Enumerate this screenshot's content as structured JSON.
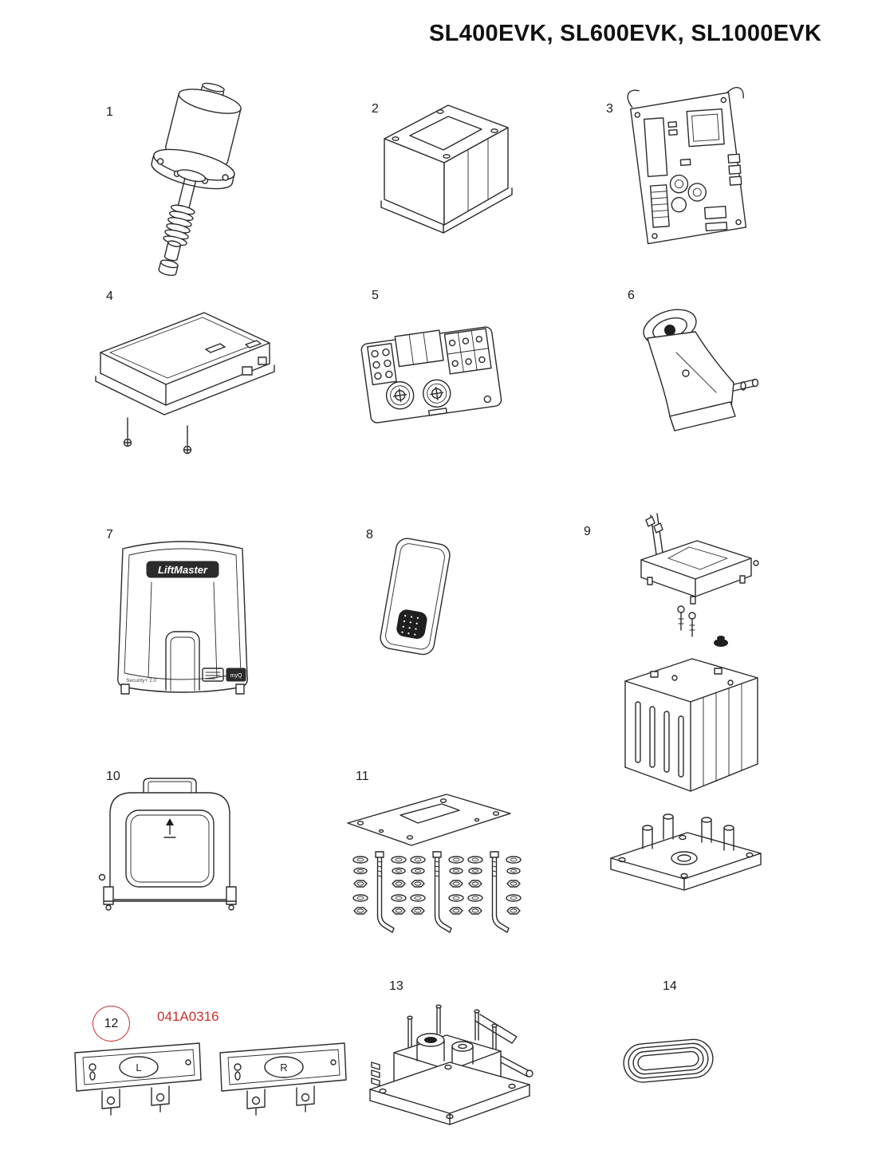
{
  "title": "SL400EVK, SL600EVK, SL1000EVK",
  "parts": [
    {
      "num": "1"
    },
    {
      "num": "2"
    },
    {
      "num": "3"
    },
    {
      "num": "4"
    },
    {
      "num": "5"
    },
    {
      "num": "6"
    },
    {
      "num": "7",
      "logo": "LiftMaster",
      "security_label": "Security+ 2.0",
      "myq_label": "myQ"
    },
    {
      "num": "8"
    },
    {
      "num": "9"
    },
    {
      "num": "10"
    },
    {
      "num": "11"
    },
    {
      "num": "12",
      "part_number": "041A0316",
      "left_letter": "L",
      "right_letter": "R"
    },
    {
      "num": "13"
    },
    {
      "num": "14"
    }
  ],
  "colors": {
    "line": "#2a2a2a",
    "highlight": "#c9302c",
    "background": "#ffffff"
  }
}
